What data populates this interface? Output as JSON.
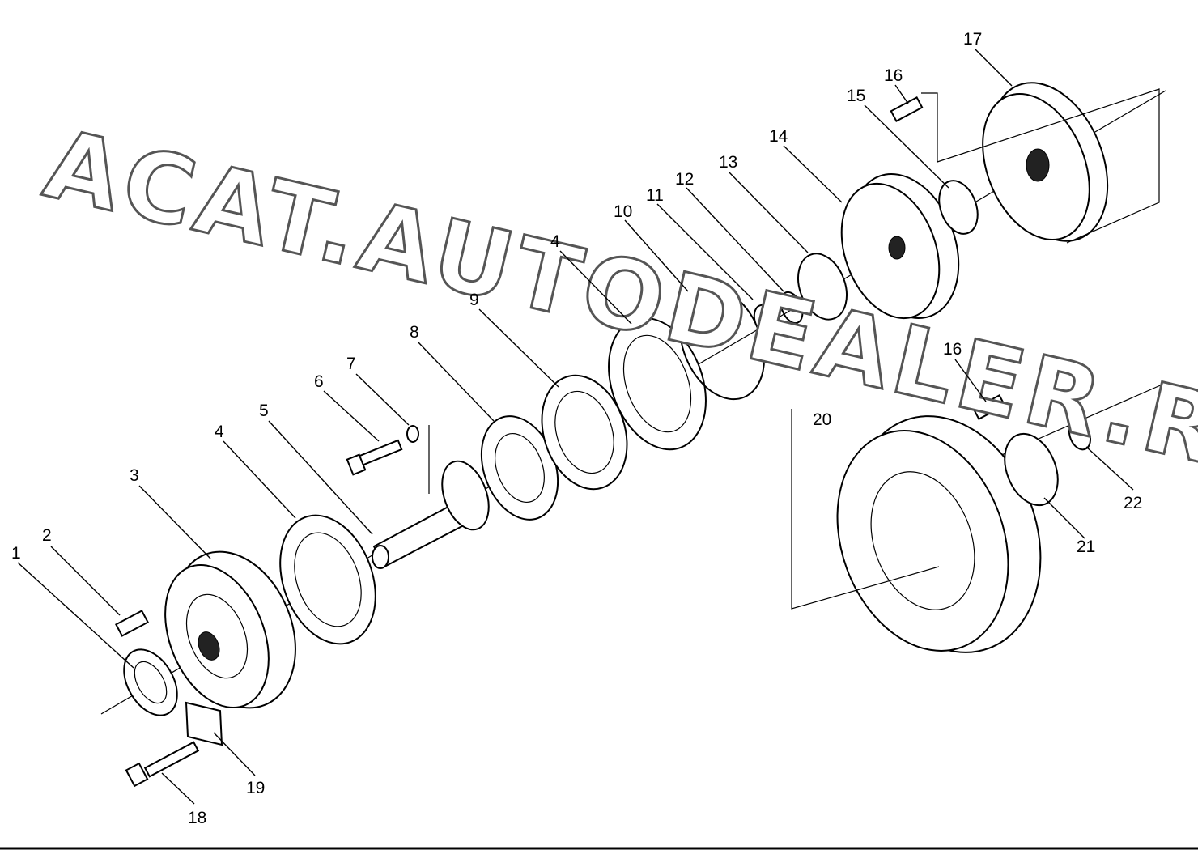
{
  "watermark": "ACAT.AUTODEALER.RU",
  "callouts": [
    "1",
    "2",
    "3",
    "4",
    "5",
    "6",
    "7",
    "8",
    "9",
    "10",
    "11",
    "12",
    "13",
    "14",
    "15",
    "16",
    "17",
    "4",
    "16",
    "18",
    "19",
    "20",
    "21",
    "22"
  ]
}
